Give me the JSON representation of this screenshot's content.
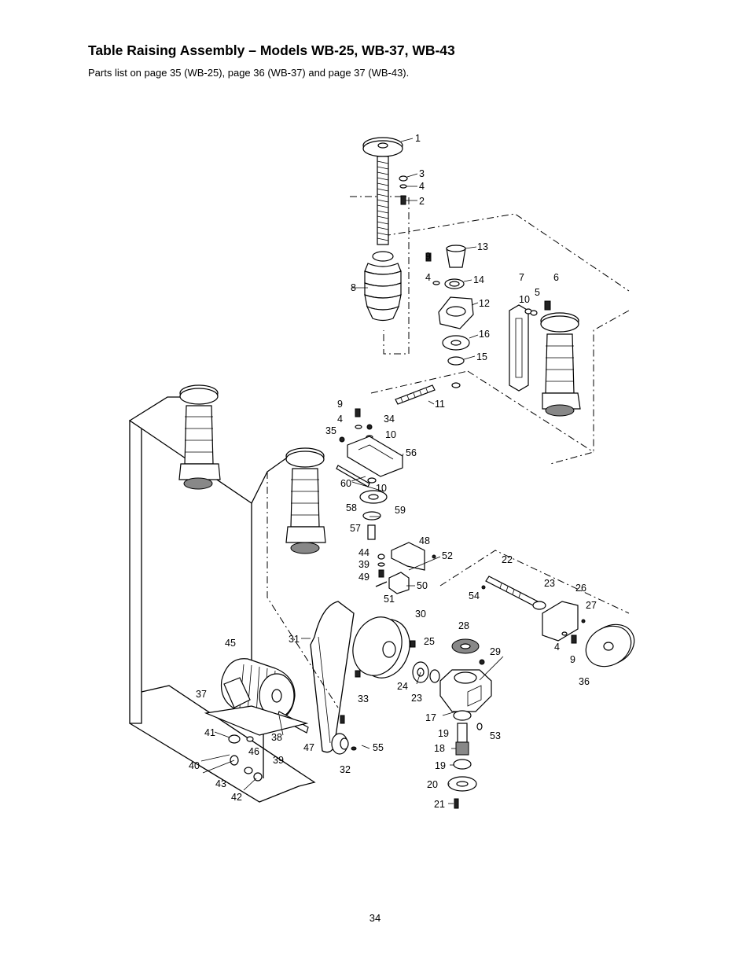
{
  "title": "Table Raising Assembly – Models WB-25, WB-37, WB-43",
  "subtitle": "Parts list on page 35 (WB-25), page 36 (WB-37) and page 37 (WB-43).",
  "page_number": "34",
  "callouts": [
    "1",
    "3",
    "4",
    "2",
    "13",
    "9",
    "4",
    "14",
    "12",
    "8",
    "7",
    "10",
    "5",
    "6",
    "16",
    "15",
    "11",
    "9",
    "4",
    "34",
    "35",
    "10",
    "56",
    "60",
    "10",
    "58",
    "59",
    "57",
    "44",
    "48",
    "39",
    "52",
    "49",
    "50",
    "51",
    "22",
    "54",
    "23",
    "26",
    "27",
    "30",
    "31",
    "25",
    "28",
    "29",
    "45",
    "24",
    "23",
    "4",
    "9",
    "36",
    "37",
    "33",
    "17",
    "41",
    "38",
    "39",
    "46",
    "47",
    "19",
    "53",
    "32",
    "55",
    "18",
    "40",
    "19",
    "43",
    "20",
    "42",
    "21"
  ]
}
